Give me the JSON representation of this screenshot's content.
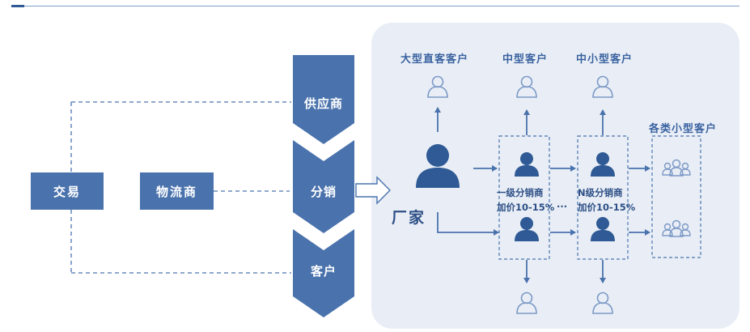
{
  "left_boxes": {
    "trade": "交易",
    "logistics": "物流商"
  },
  "chevrons": {
    "supplier": "供应商",
    "distribution": "分销",
    "customer": "客户"
  },
  "customer_labels": {
    "large_direct": "大型直客客户",
    "medium": "中型客户",
    "small_medium": "中小型客户",
    "small_various": "各类小型客户"
  },
  "manufacturer": "厂家",
  "tier1": {
    "name": "一级分销商",
    "markup": "加价10-15%",
    "ellipsis": "···"
  },
  "tierN": {
    "name": "N级分销商",
    "markup": "加价10-15%"
  },
  "colors": {
    "primary": "#4a73ad",
    "dark": "#2f5a95",
    "panel": "#e9eef6",
    "outline": "#7c99c6"
  }
}
